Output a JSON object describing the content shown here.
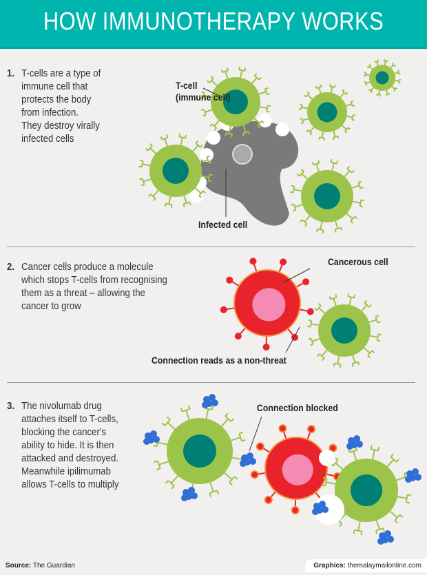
{
  "header": {
    "title": "HOW IMMUNOTHERAPY WORKS"
  },
  "steps": [
    {
      "number": "1.",
      "lines": [
        "T-cells are a type of",
        "immune cell that",
        "protects the body",
        "from infection.",
        "They destroy virally",
        "infected cells"
      ]
    },
    {
      "number": "2.",
      "lines": [
        "Cancer cells produce a molecule",
        "which stops T-cells from recognising",
        "them as a threat – allowing the",
        "cancer to grow"
      ]
    },
    {
      "number": "3.",
      "lines": [
        "The nivolumab drug",
        "attaches itself to T-cells,",
        "blocking the cancer's",
        "ability to hide. It is then",
        "attacked and destroyed.",
        "Meanwhile ipilimumab",
        "allows T-cells to multiply"
      ]
    }
  ],
  "labels": {
    "tcell_line1": "T-cell",
    "tcell_line2": "(immune cell)",
    "infected_cell": "Infected cell",
    "cancerous_cell": "Cancerous cell",
    "non_threat": "Connection reads as a non-threat",
    "blocked": "Connection blocked"
  },
  "footer": {
    "source_label": "Source:",
    "source": "The Guardian",
    "graphics_label": "Graphics:",
    "graphics": "themalaymailonline.com"
  },
  "colors": {
    "teal": "#00b5ad",
    "tcell": "#9cc34a",
    "nucleus": "#007f74",
    "cancer": "#e8232b",
    "cancer_core": "#f58bb5",
    "infected": "#7a7a7a",
    "drug": "#2f6fd6"
  }
}
